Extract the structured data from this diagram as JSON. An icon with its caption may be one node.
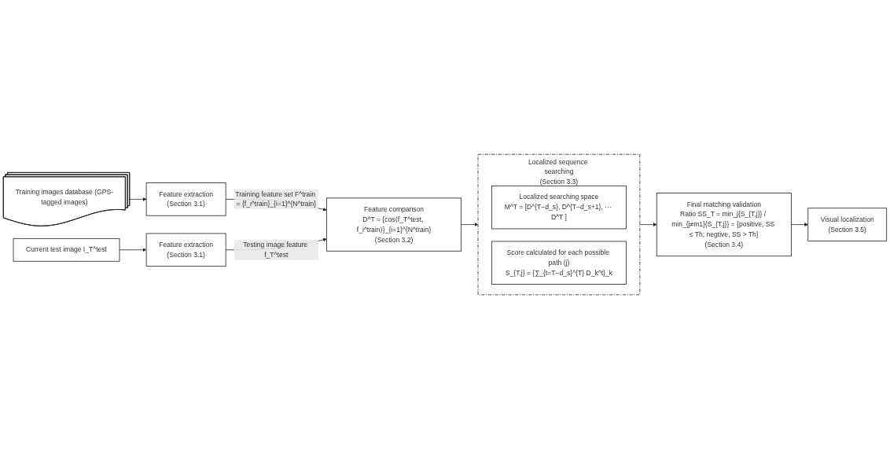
{
  "diagram": {
    "nodes": [
      {
        "text": [
          "Training images database (GPS-tagged images)"
        ]
      },
      {
        "text": [
          "Feature extraction",
          "(Section 3.1)"
        ]
      },
      {
        "text": [
          "Feature comparison",
          "D^T = {cos⟨f_T^test, f_i^train⟩}_{i=1}^{N^train}",
          "(Section 3.2)"
        ]
      },
      {
        "text": [
          "Current test image I_T^test"
        ]
      },
      {
        "text": [
          "Feature extraction",
          "(Section 3.1)"
        ]
      },
      {
        "text": [
          "Localized sequence searching",
          "(Section 3.3)"
        ]
      },
      {
        "text": [
          "Localized searching space",
          "M^T = [D^{T−d_s}, D^{T−d_s+1}, ⋯ D^T ]"
        ],
        "in": 5
      },
      {
        "text": [
          "Score calculated for each possible path (j)",
          "S_{T,j} = {∑_{t=T−d_s}^{T} D_k^t}_k"
        ],
        "in": 5
      },
      {
        "text": [
          "Final matching validation",
          "Ratio SS_T = min_j{S_{T,j}} / min_{j≠m1}{S_{T,j}} = {positive, SS ≤ Th; negtive, SS > Th}",
          "(Section 3.4)"
        ]
      },
      {
        "text": [
          "Visual localization",
          "(Section 3.5)"
        ]
      }
    ],
    "edges": [
      {
        "from": 0,
        "to": 1,
        "arrow": "to"
      },
      {
        "from": 1,
        "to": 2,
        "arrow": "to",
        "label": "Training feature set F^train = {f_i^train}_{i=1}^{N^train}"
      },
      {
        "from": 3,
        "to": 4,
        "arrow": "to"
      },
      {
        "from": 4,
        "to": 2,
        "arrow": "to",
        "label": "Testing image feature f_T^test"
      },
      {
        "from": 2,
        "to": 5,
        "arrow": "to"
      },
      {
        "from": 5,
        "to": 8,
        "arrow": "to"
      },
      {
        "from": 8,
        "to": 9,
        "arrow": "to"
      }
    ]
  }
}
